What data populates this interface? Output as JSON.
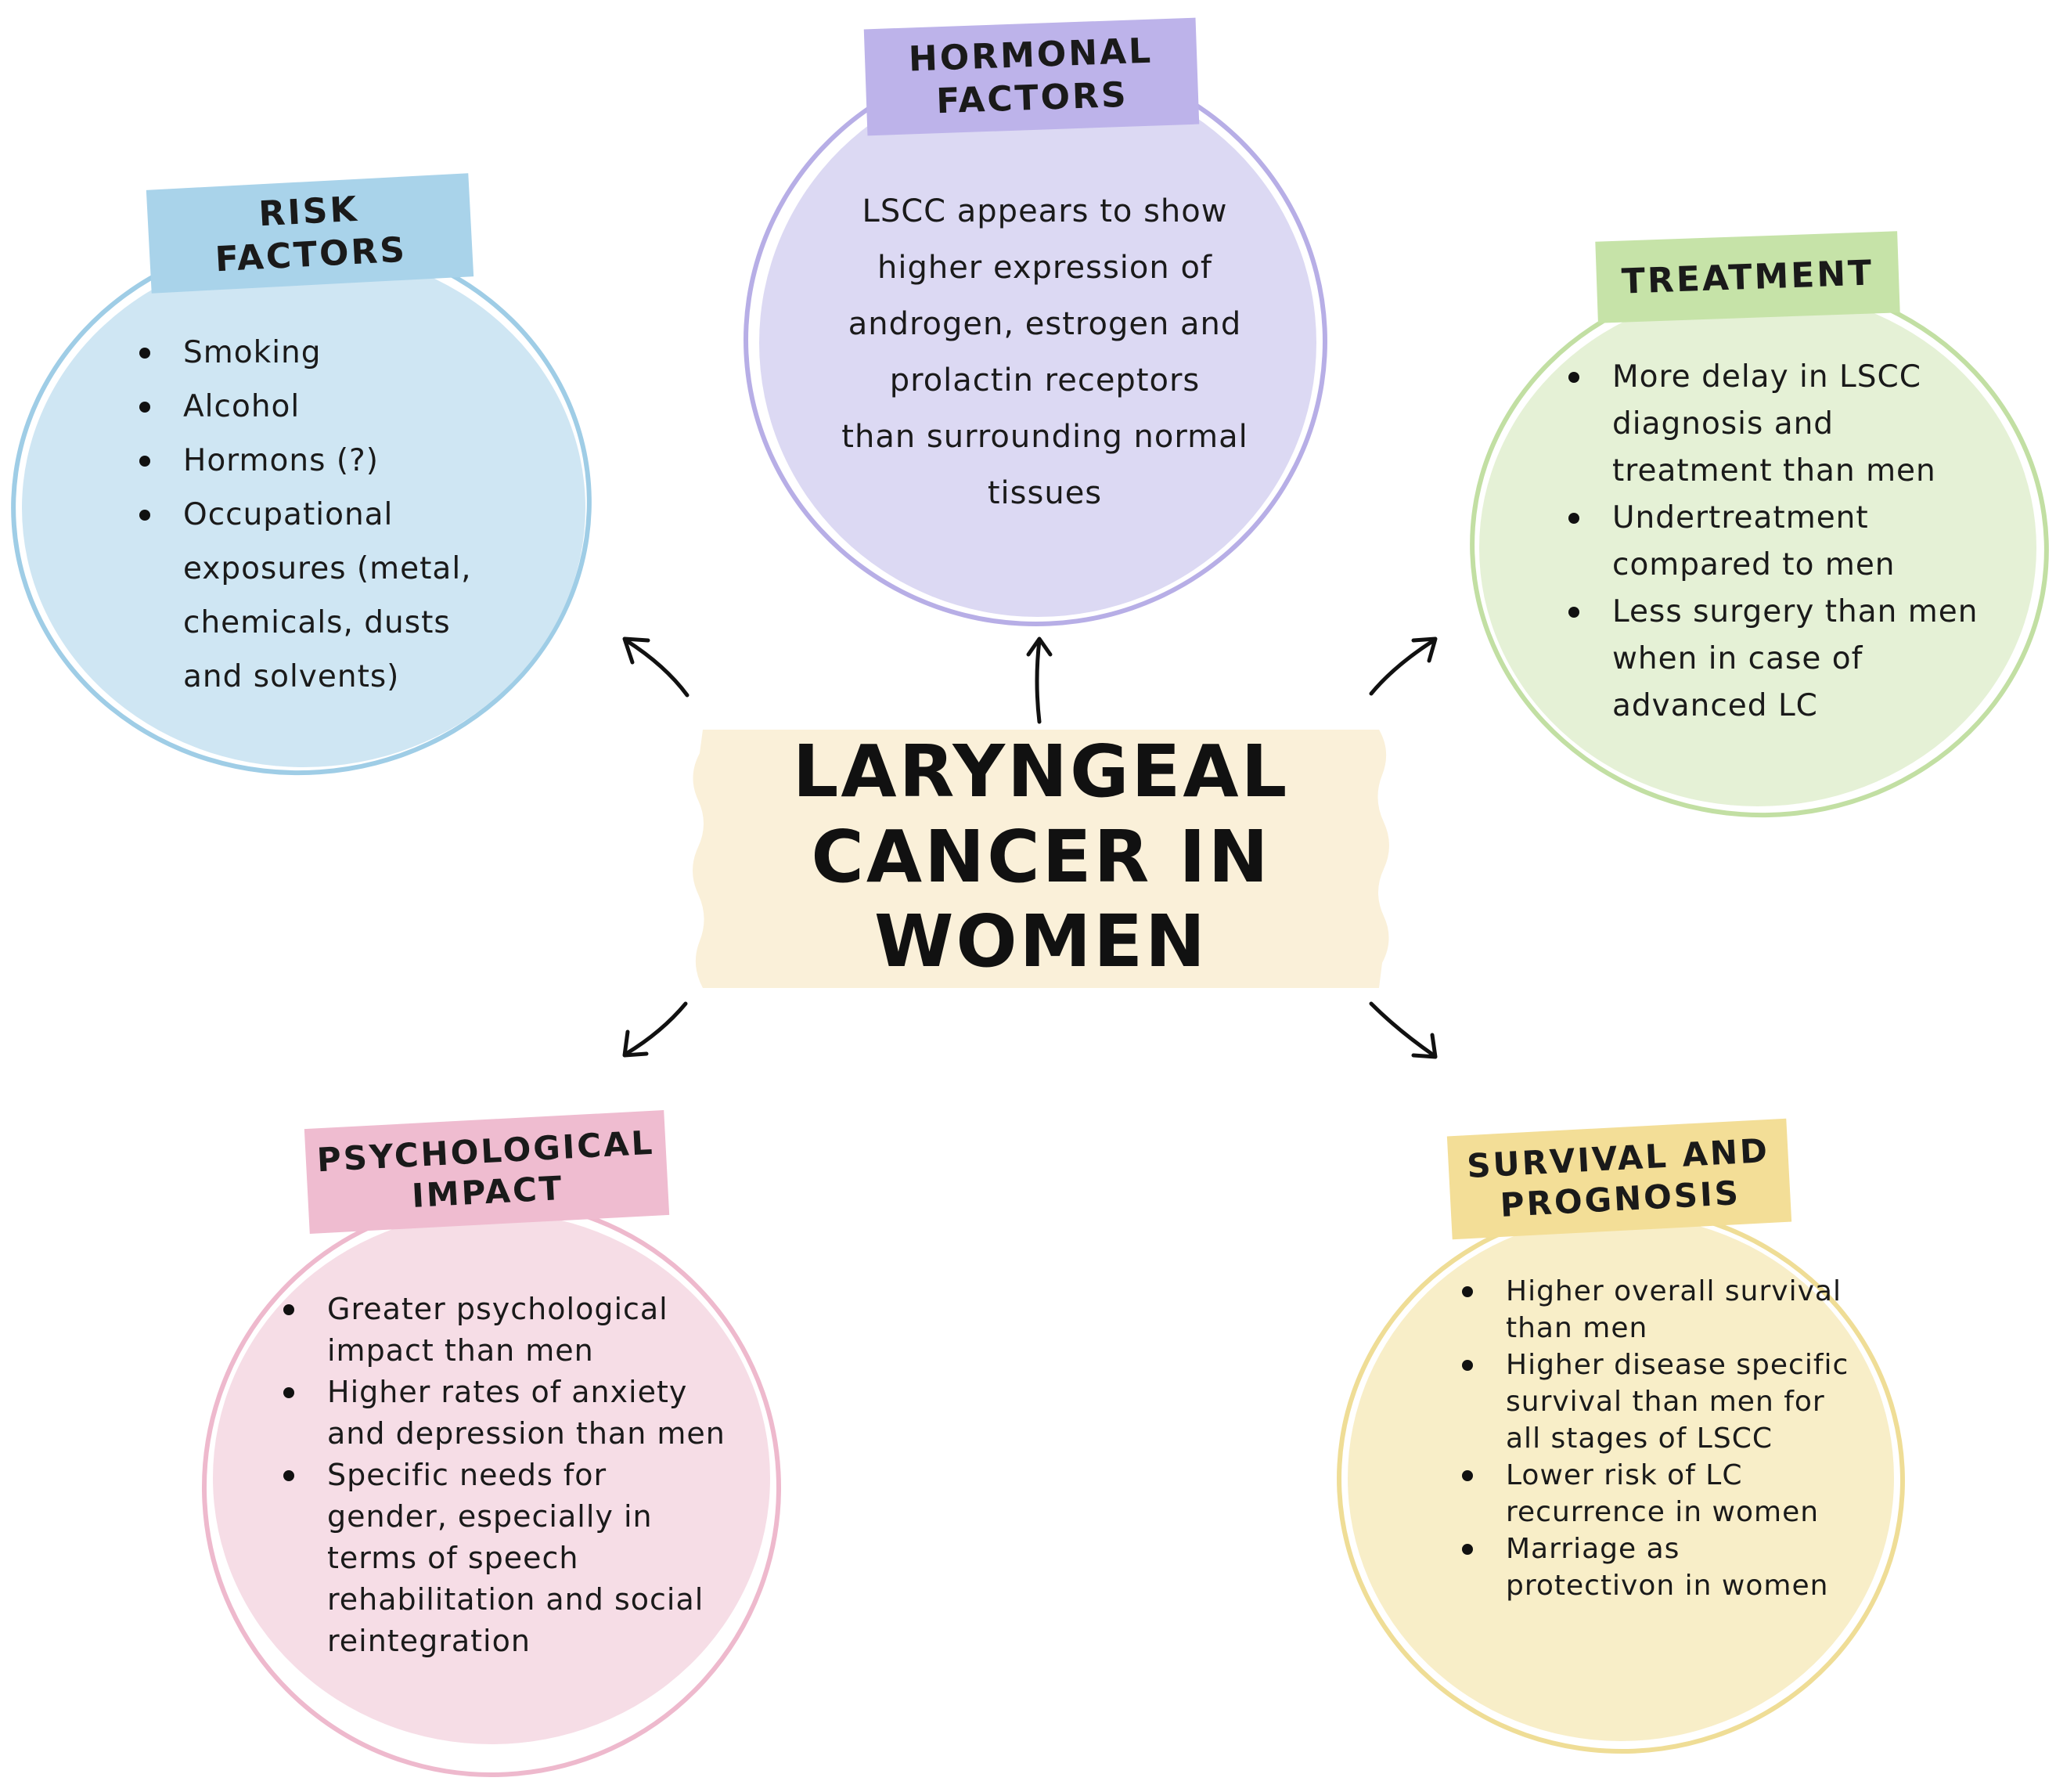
{
  "center": {
    "title_lines": [
      "LARYNGEAL",
      "CANCER IN",
      "WOMEN"
    ]
  },
  "hormonal": {
    "title_lines": [
      "HORMONAL",
      "FACTORS"
    ],
    "text_lines": [
      "LSCC appears to show",
      "higher expression of",
      "androgen, estrogen and",
      "prolactin receptors",
      "than surrounding normal",
      "tissues"
    ]
  },
  "risk": {
    "title_lines": [
      "RISK",
      "FACTORS"
    ],
    "items": [
      "Smoking",
      "Alcohol",
      "Hormons (?)",
      "Occupational exposures (metal, chemicals, dusts and solvents)"
    ]
  },
  "treatment": {
    "title": "TREATMENT",
    "items": [
      "More delay in LSCC diagnosis and treatment than men",
      "Undertreatment compared to men",
      "Less surgery than men when in case of advanced LC"
    ]
  },
  "psychological": {
    "title_lines": [
      "PSYCHOLOGICAL",
      "IMPACT"
    ],
    "items": [
      "Greater psychological impact than men",
      "Higher rates of anxiety and depression than men",
      "Specific needs for gender, especially in terms of speech rehabilitation and social reintegration"
    ]
  },
  "survival": {
    "title_lines": [
      "SURVIVAL AND",
      "PROGNOSIS"
    ],
    "items": [
      "Higher overall survival than men",
      "Higher disease specific survival than men for all stages of LSCC",
      "Lower risk of LC recurrence in women",
      "Marriage as protectivon in women"
    ]
  },
  "colors": {
    "risk_fill": "#cfe6f3",
    "risk_tape": "#a9d3ea",
    "risk_ring": "#9fcde6",
    "hormonal_fill": "#dcd9f3",
    "hormonal_tape": "#bdb3ea",
    "hormonal_ring": "#b7aee6",
    "treatment_fill": "#e5f1d6",
    "treatment_tape": "#c6e3a8",
    "treatment_ring": "#c2dfa3",
    "psych_fill": "#f6dde6",
    "psych_tape": "#efbcd0",
    "psych_ring": "#eeb9cd",
    "survival_fill": "#f8eec8",
    "survival_tape": "#f3de97",
    "survival_ring": "#efdd96",
    "center_fill": "#faf0d9",
    "arrow": "#111111"
  },
  "icons": {
    "connector": "curved-arrow-icon"
  }
}
